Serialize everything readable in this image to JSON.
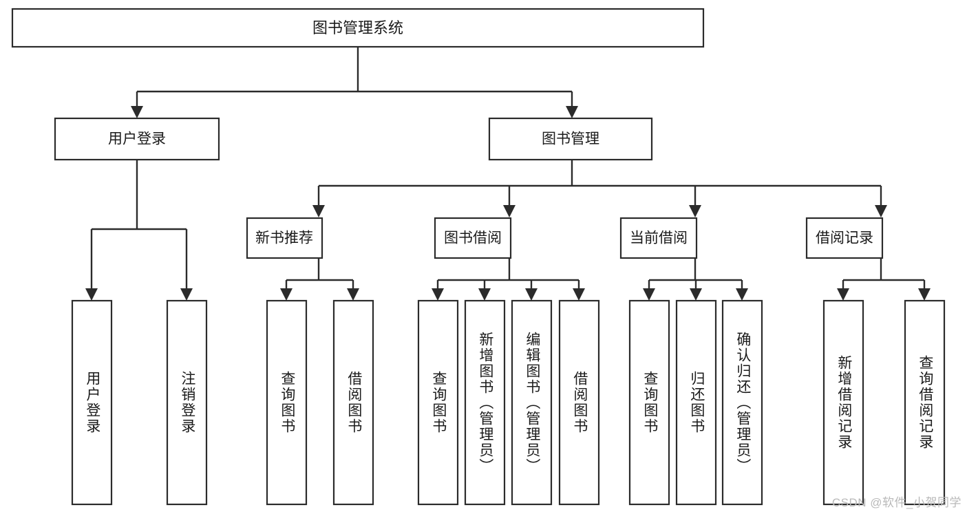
{
  "diagram": {
    "type": "tree",
    "title": "图书管理系统",
    "watermark": "CSDN @软件_小贺同学",
    "colors": {
      "background": "#ffffff",
      "box_stroke": "#2b2b2b",
      "box_fill": "#ffffff",
      "text": "#1a1a1a",
      "watermark": "#b9b9b9"
    },
    "root": {
      "label": "图书管理系统"
    },
    "level2": [
      {
        "label": "用户登录"
      },
      {
        "label": "图书管理"
      }
    ],
    "level3": [
      {
        "label": "新书推荐"
      },
      {
        "label": "图书借阅"
      },
      {
        "label": "当前借阅"
      },
      {
        "label": "借阅记录"
      }
    ],
    "leaves": {
      "user_login": [
        {
          "label": "用户登录"
        },
        {
          "label": "注销登录"
        }
      ],
      "new_book_recommend": [
        {
          "label": "查询图书"
        },
        {
          "label": "借阅图书"
        }
      ],
      "book_borrow": [
        {
          "label": "查询图书"
        },
        {
          "label": "新增图书（管理员）"
        },
        {
          "label": "编辑图书（管理员）"
        },
        {
          "label": "借阅图书"
        }
      ],
      "current_borrow": [
        {
          "label": "查询图书"
        },
        {
          "label": "归还图书"
        },
        {
          "label": "确认归还（管理员）"
        }
      ],
      "borrow_record": [
        {
          "label": "新增借阅记录"
        },
        {
          "label": "查询借阅记录"
        }
      ]
    }
  }
}
